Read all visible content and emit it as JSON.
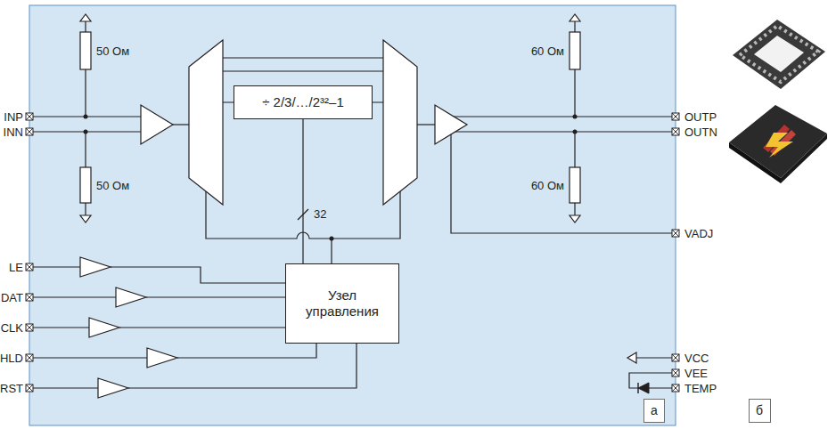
{
  "diagram": {
    "nodes": [
      {
        "text": [
          "÷ 2/3/…/2³²–1"
        ]
      },
      {
        "text": [
          "Узел управления"
        ]
      },
      {
        "text": [
          "а"
        ]
      },
      {
        "text": [
          "б"
        ]
      }
    ],
    "edges": [
      {
        "from": 1,
        "to": 0,
        "arrow": "none",
        "label": "32"
      }
    ],
    "labels": [
      "50 Ом",
      "50 Ом",
      "60 Ом",
      "60 Ом",
      "INP",
      "INN",
      "OUTP",
      "OUTN",
      "VADJ",
      "LE",
      "DAT",
      "CLK",
      "HLD",
      "RST",
      "VCC",
      "VEE",
      "TEMP"
    ]
  }
}
